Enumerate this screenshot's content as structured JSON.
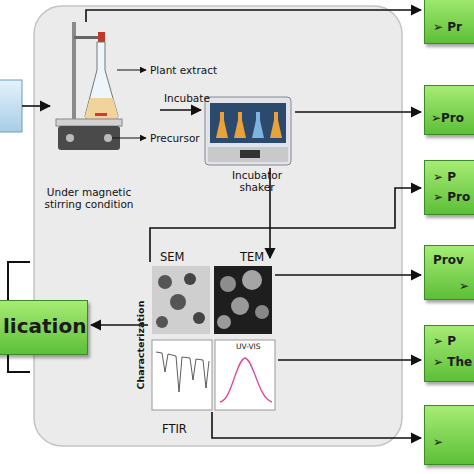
{
  "diagram": {
    "nodes": [
      {
        "text": [
          "➢ Pr"
        ]
      },
      {
        "text": [
          "➢Pro"
        ]
      },
      {
        "text": [
          "➢ P",
          "➢ Pro"
        ]
      },
      {
        "text": [
          "Prov",
          "➢"
        ]
      },
      {
        "text": [
          "lication"
        ]
      },
      {
        "text": [
          "➢ P",
          "➢ The"
        ]
      },
      {
        "text": [
          "➢"
        ]
      }
    ],
    "labels": [
      "Plant extract",
      "Precursor",
      "Under magnetic stirring condition",
      "Incubate",
      "Incubator shaker",
      "SEM",
      "TEM",
      "FTIR",
      "UV-VIS",
      "Characterization"
    ]
  }
}
